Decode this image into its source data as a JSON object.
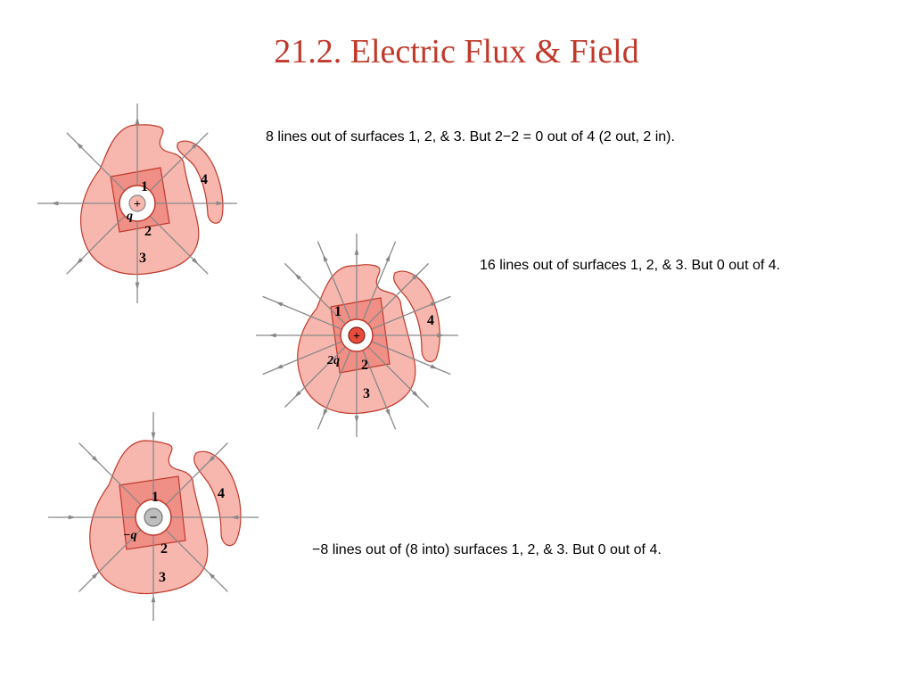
{
  "title": "21.2.  Electric Flux & Field",
  "captions": [
    "8 lines out of surfaces 1, 2, & 3.   But 2−2 = 0 out of  4 (2 out, 2 in).",
    "16 lines out of surfaces 1, 2, & 3.   But 0 out of  4.",
    "−8  lines out of (8 into) surfaces 1, 2, & 3.   But 0 out of  4."
  ],
  "diagrams": [
    {
      "charge_label": "q",
      "charge_sign": "+",
      "surface_labels": [
        "1",
        "2",
        "3",
        "4"
      ]
    },
    {
      "charge_label": "2q",
      "charge_sign": "+",
      "surface_labels": [
        "1",
        "2",
        "3",
        "4"
      ]
    },
    {
      "charge_label": "−q",
      "charge_sign": "−",
      "surface_labels": [
        "1",
        "2",
        "3",
        "4"
      ]
    }
  ],
  "colors": {
    "title": "#c0392b",
    "blob": "#f7b7ae",
    "square": "#ef8f86",
    "line": "#888888",
    "negative_charge": "#bdbdbd"
  }
}
